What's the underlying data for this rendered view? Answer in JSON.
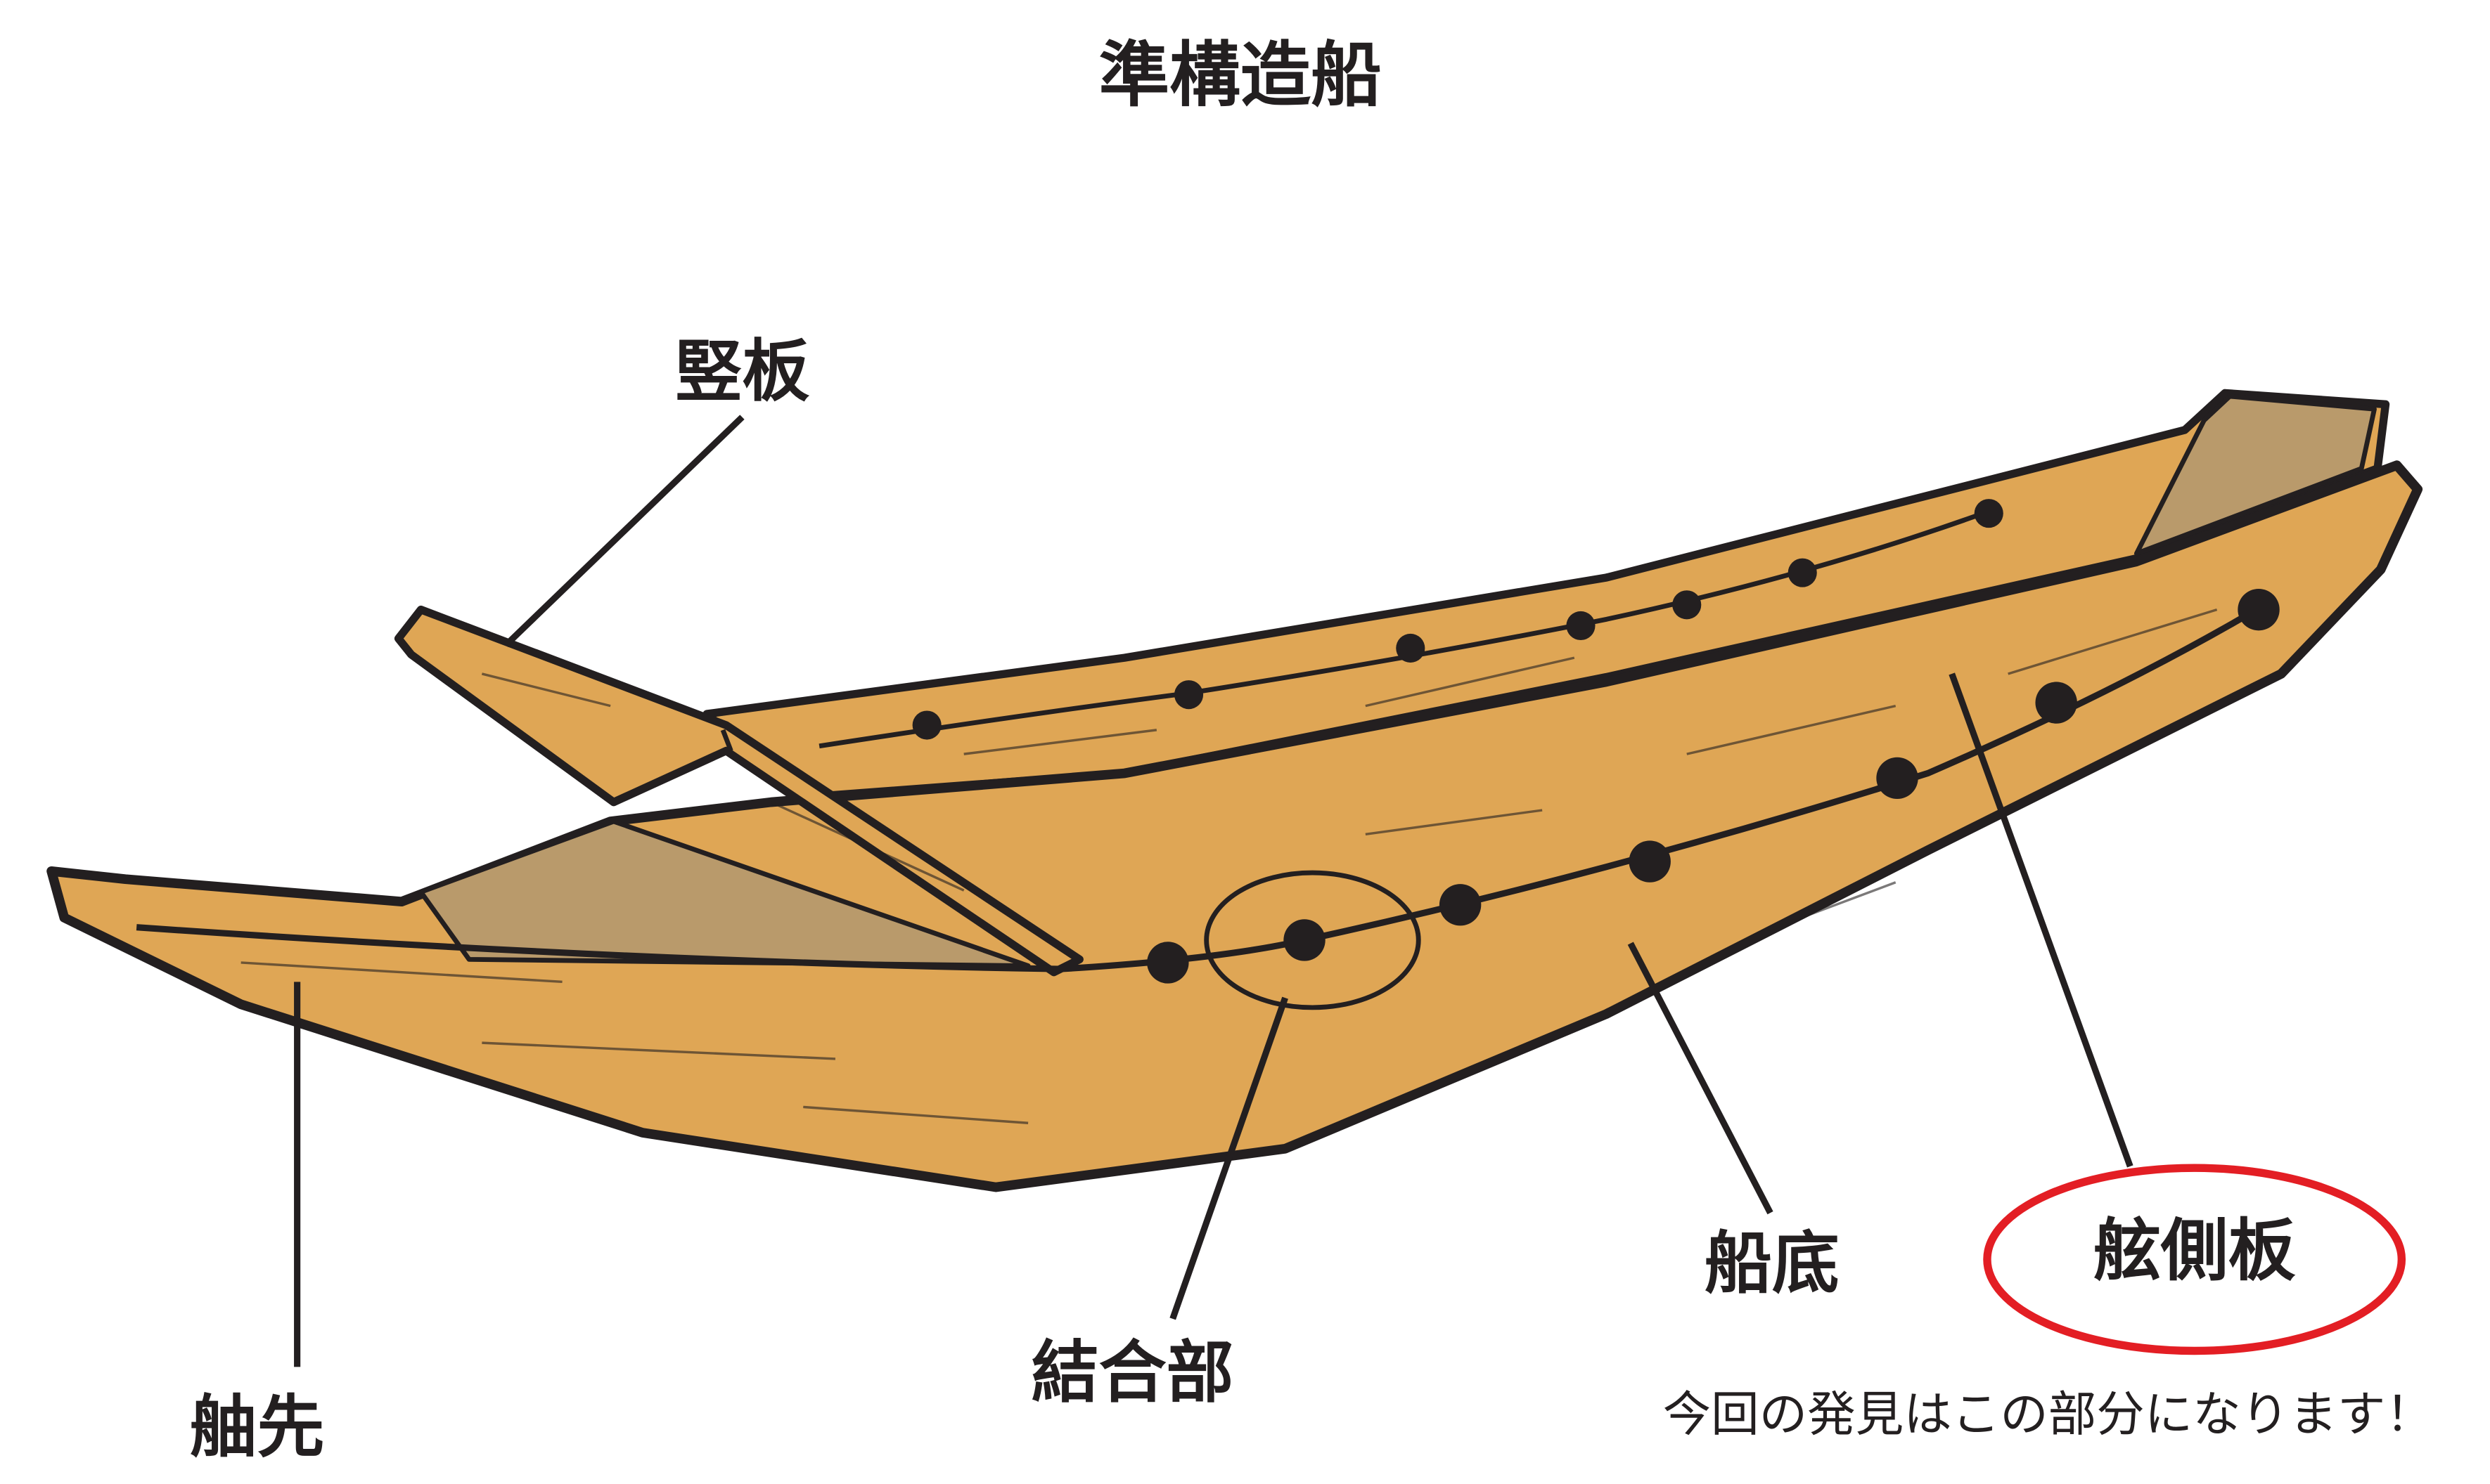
{
  "title": "準構造船",
  "labels": {
    "tateita": "竪板",
    "hesaki": "舳先",
    "ketsugobu": "結合部",
    "sentei": "船底",
    "gensokuban": "舷側板"
  },
  "note": "今回の発見はこの部分になります！",
  "colors": {
    "hull": "#dfa655",
    "interior": "#b99a6b",
    "outline": "#231f20",
    "highlight": "#e31e24"
  }
}
